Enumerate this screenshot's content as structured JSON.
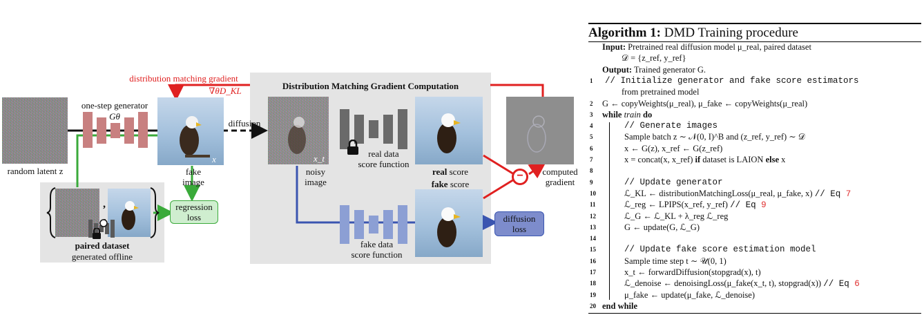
{
  "figure": {
    "random_latent": "random latent z",
    "generator_title": "one-step generator",
    "generator_symbol": "Gθ",
    "fake_image_label": "fake\nimage",
    "image_var_x": "x",
    "image_var_xt": "x_t",
    "diffusion_label": "diffusion",
    "dist_grad_label": "distribution matching gradient",
    "dist_grad_symbol": "∇θD_KL",
    "dmgc_title": "Distribution Matching Gradient Computation",
    "noisy_image_label": "noisy\nimage",
    "real_data_sf": "real data\nscore function",
    "real_score_bold": "real",
    "real_score_rest": " score",
    "fake_score_bold": "fake",
    "fake_score_rest": " score",
    "fake_data_sf": "fake data\nscore function",
    "computed_gradient": "computed\ngradient",
    "minus_symbol": "−",
    "regression_loss": "regression\nloss",
    "diffusion_loss": "diffusion\nloss",
    "paired_dataset": "paired dataset",
    "generated_offline": "generated offline",
    "comma": ",",
    "colors": {
      "red_arrow": "#e02020",
      "green_arrow": "#3aaa3a",
      "blue_arrow": "#3a55b0",
      "generator_blocks": "#c88080",
      "real_blocks": "#6a6a6a",
      "fake_blocks": "#8c9fd4",
      "panel": "#e4e4e4"
    }
  },
  "algorithm": {
    "title_bold": "Algorithm 1:",
    "title_rest": " DMD Training procedure",
    "lines": [
      {
        "n": "",
        "text": "Input: Pretrained real diffusion model μ_real, paired dataset"
      },
      {
        "n": "",
        "text": "𝒟 = {z_ref, y_ref}"
      },
      {
        "n": "",
        "text": "Output: Trained generator G."
      },
      {
        "n": "1",
        "text": "// Initialize generator and fake score estimators"
      },
      {
        "n": "",
        "text": "from pretrained model"
      },
      {
        "n": "2",
        "text": "G ← copyWeights(μ_real), μ_fake ← copyWeights(μ_real)"
      },
      {
        "n": "3",
        "text": "while train do"
      },
      {
        "n": "4",
        "text": "// Generate images"
      },
      {
        "n": "5",
        "text": "Sample batch z ∼ 𝒩(0, I)^B and (z_ref, y_ref) ∼ 𝒟"
      },
      {
        "n": "6",
        "text": "x ← G(z), x_ref ← G(z_ref)"
      },
      {
        "n": "7",
        "text": "x = concat(x, x_ref) if dataset is LAION else x"
      },
      {
        "n": "8",
        "text": ""
      },
      {
        "n": "9",
        "text": "// Update generator"
      },
      {
        "n": "10",
        "text": "ℒ_KL ← distributionMatchingLoss(μ_real, μ_fake, x) // Eq 7"
      },
      {
        "n": "11",
        "text": "ℒ_reg ← LPIPS(x_ref, y_ref) // Eq 9"
      },
      {
        "n": "12",
        "text": "ℒ_G ← ℒ_KL + λ_reg ℒ_reg"
      },
      {
        "n": "13",
        "text": "G ← update(G, ℒ_G)"
      },
      {
        "n": "14",
        "text": ""
      },
      {
        "n": "15",
        "text": "// Update fake score estimation model"
      },
      {
        "n": "16",
        "text": "Sample time step t ∼ 𝒰(0, 1)"
      },
      {
        "n": "17",
        "text": "x_t ← forwardDiffusion(stopgrad(x), t)"
      },
      {
        "n": "18",
        "text": "ℒ_denoise ← denoisingLoss(μ_fake(x_t, t), stopgrad(x)) // Eq 6"
      },
      {
        "n": "19",
        "text": "μ_fake ← update(μ_fake, ℒ_denoise)"
      },
      {
        "n": "20",
        "text": "end while"
      }
    ]
  }
}
